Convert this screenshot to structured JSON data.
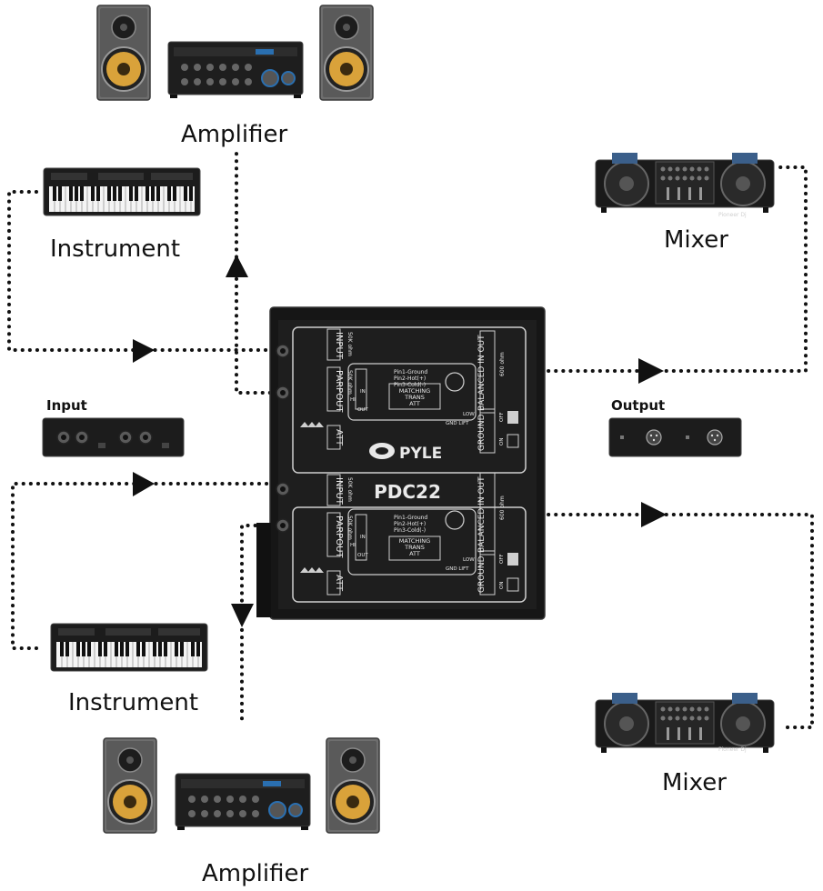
{
  "labels": {
    "amplifier_top": "Amplifier",
    "instrument_top": "Instrument",
    "mixer_top": "Mixer",
    "input": "Input",
    "output": "Output",
    "instrument_bottom": "Instrument",
    "mixer_bottom": "Mixer",
    "amplifier_bottom": "Amplifier"
  },
  "device": {
    "model": "PDC22",
    "brand": "PYLE",
    "channels": [
      {
        "input": "INPUT",
        "input_imp": "50K ohm",
        "parpout": "PARPOUT",
        "parpout_imp": "50K ohm",
        "att": "ATT",
        "balanced": "BALANCED IN OUT",
        "balanced_imp": "600 ohm",
        "ground": "GROUND",
        "pin1": "Pin1-Ground",
        "pin2": "Pin2-Hot(+)",
        "pin3": "Pin3-Cold(-)",
        "matching": "MATCHING",
        "trans": "TRANS",
        "att_inner": "ATT",
        "in": "IN",
        "out": "OUT",
        "hi": "HI",
        "low": "LOW",
        "gnd_lift": "GND LIFT",
        "off": "OFF",
        "on": "ON"
      },
      {
        "input": "INPUT",
        "input_imp": "50K ohm",
        "parpout": "PARPOUT",
        "parpout_imp": "50K ohm",
        "att": "ATT",
        "balanced": "BALANCED IN OUT",
        "balanced_imp": "600 ohm",
        "ground": "GROUND",
        "pin1": "Pin1-Ground",
        "pin2": "Pin2-Hot(+)",
        "pin3": "Pin3-Cold(-)",
        "matching": "MATCHING",
        "trans": "TRANS",
        "att_inner": "ATT",
        "in": "IN",
        "out": "OUT",
        "hi": "HI",
        "low": "LOW",
        "gnd_lift": "GND LIFT",
        "off": "OFF",
        "on": "ON"
      }
    ]
  },
  "mixer_brand": "Pioneer Dj",
  "colors": {
    "line": "#111111",
    "device_body": "#1b1b1b",
    "speaker_cone": "#d9a23a",
    "panel_text": "#eaeaea"
  }
}
